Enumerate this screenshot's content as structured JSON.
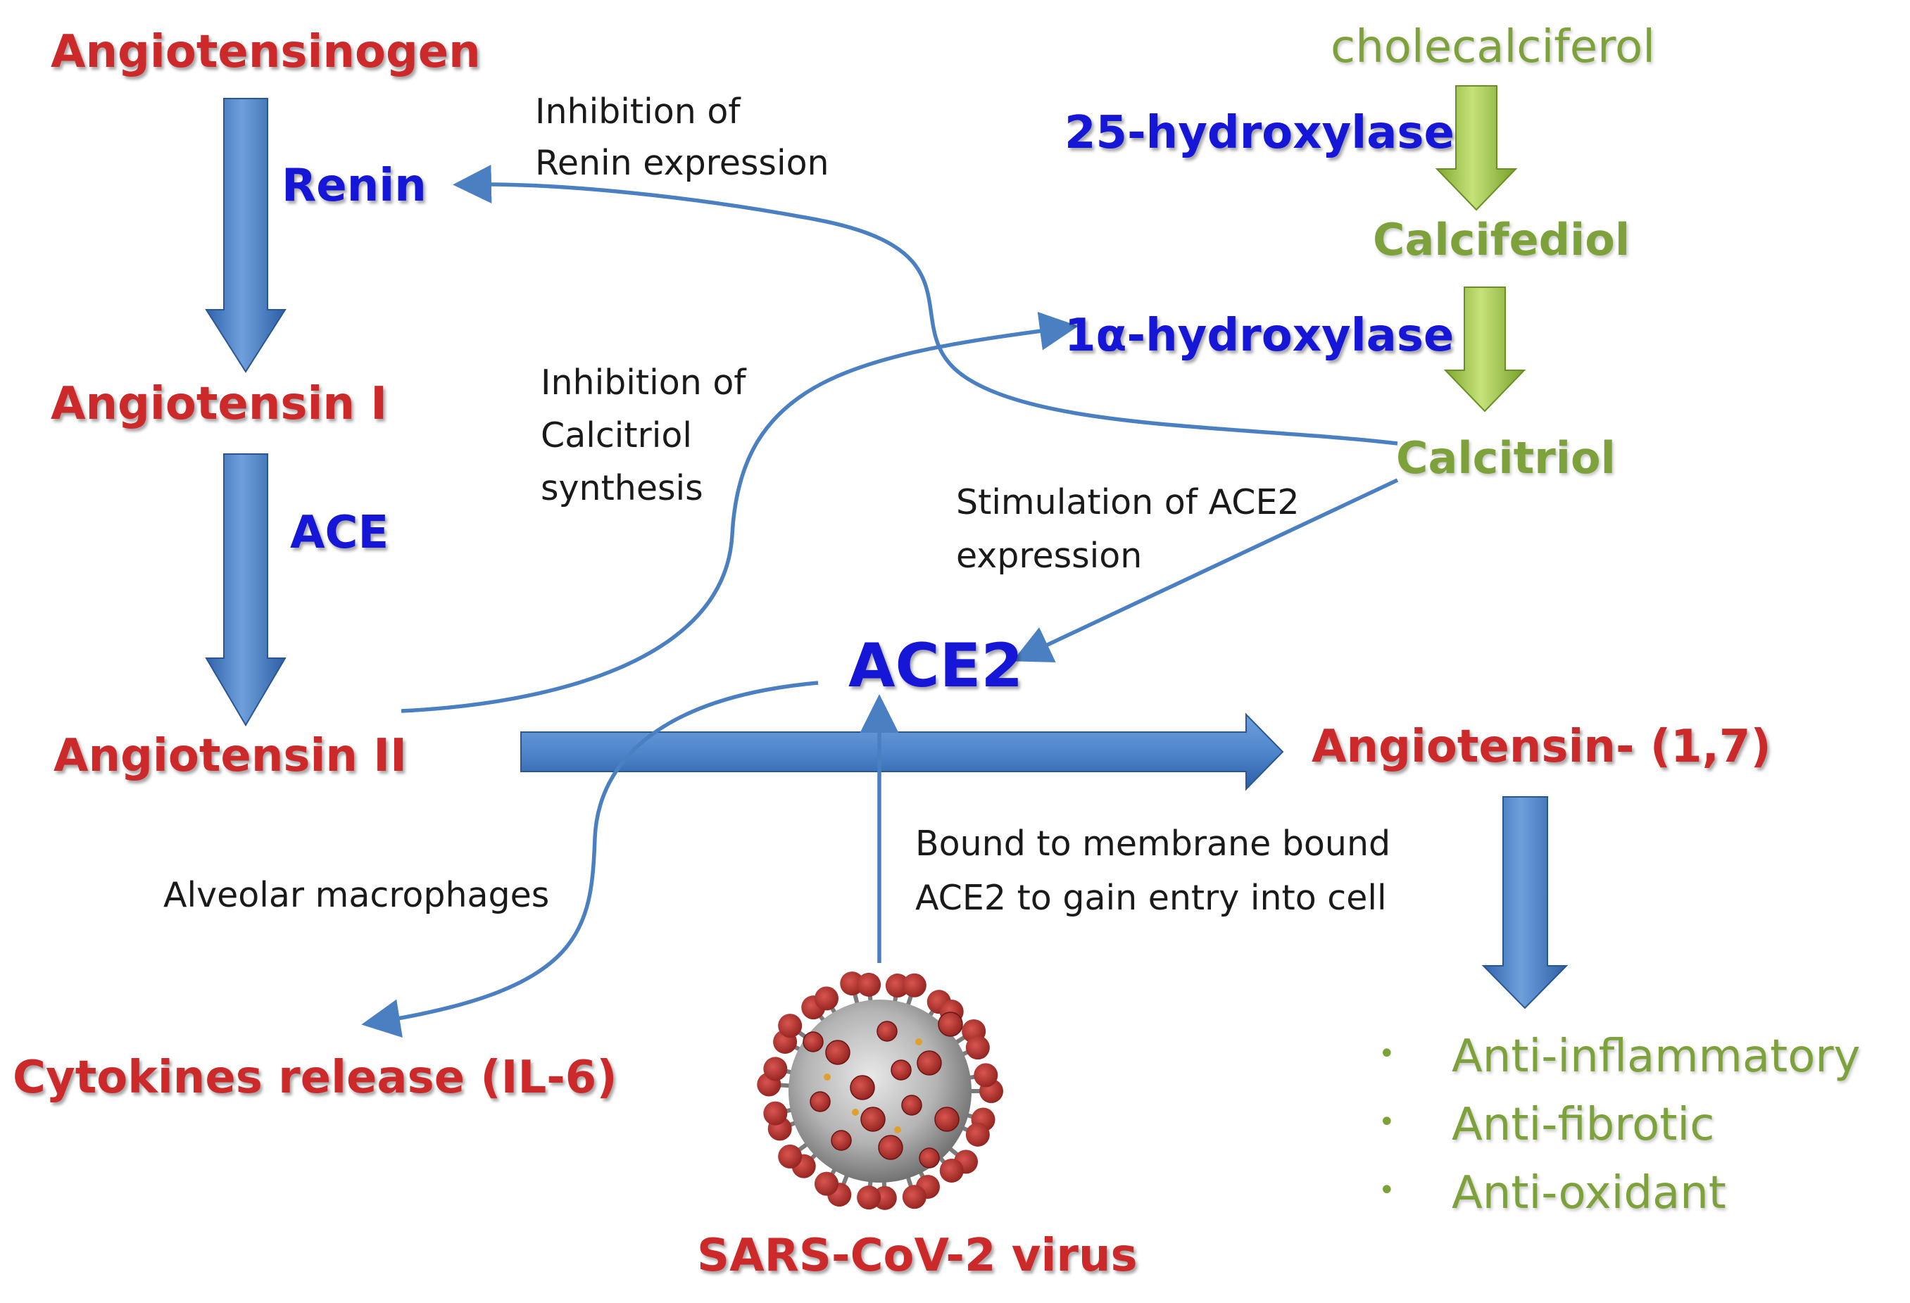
{
  "nodes": {
    "angiotensinogen": "Angiotensinogen",
    "renin": "Renin",
    "angiotensin_1": "Angiotensin I",
    "ace": "ACE",
    "angiotensin_2": "Angiotensin II",
    "ace2": "ACE2",
    "angiotensin_17": "Angiotensin- (1,7)",
    "cytokines": "Cytokines release (IL-6)",
    "sars": "SARS-CoV-2 virus",
    "cholecalciferol": "cholecalciferol",
    "hydroxylase_25": "25-hydroxylase",
    "calcifediol": "Calcifediol",
    "hydroxylase_1a": "1α-hydroxylase",
    "calcitriol": "Calcitriol"
  },
  "notes": {
    "renin_inhibition": [
      "Inhibition of",
      "Renin expression"
    ],
    "calcitriol_inhibition": [
      "Inhibition of",
      "Calcitriol",
      "synthesis"
    ],
    "ace2_stimulation": [
      "Stimulation of ACE2",
      "expression"
    ],
    "alveolar": "Alveolar macrophages",
    "membrane": [
      "Bound to membrane bound",
      "ACE2 to gain entry into cell"
    ]
  },
  "effects": {
    "bullet": "•",
    "items": [
      "Anti-inflammatory",
      "Anti-fibrotic",
      "Anti-oxidant"
    ]
  },
  "colors": {
    "red": "#cc2b2b",
    "blue": "#1414d6",
    "green": "#7ea23a",
    "arrow_blue": "#4a7fc1",
    "arrow_green": "#9cc23e"
  },
  "icons": {
    "virus": "coronavirus-icon"
  }
}
